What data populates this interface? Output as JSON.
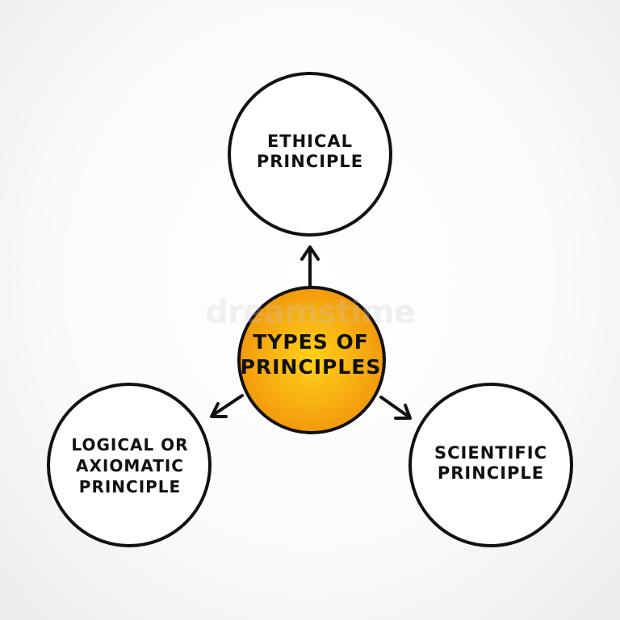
{
  "diagram": {
    "center": {
      "line1": "TYPES OF",
      "line2": "PRINCIPLES",
      "fill_inner": "#ffd21a",
      "fill_outer": "#f39a0c"
    },
    "nodes": {
      "top": {
        "line1": "ETHICAL",
        "line2": "PRINCIPLE"
      },
      "left": {
        "line1": "LOGICAL OR",
        "line2": "AXIOMATIC",
        "line3": "PRINCIPLE"
      },
      "right": {
        "line1": "SCIENTIFIC",
        "line2": "PRINCIPLE"
      }
    },
    "stroke_color": "#111111",
    "node_fill": "#ffffff"
  },
  "watermark": "dreamstime"
}
